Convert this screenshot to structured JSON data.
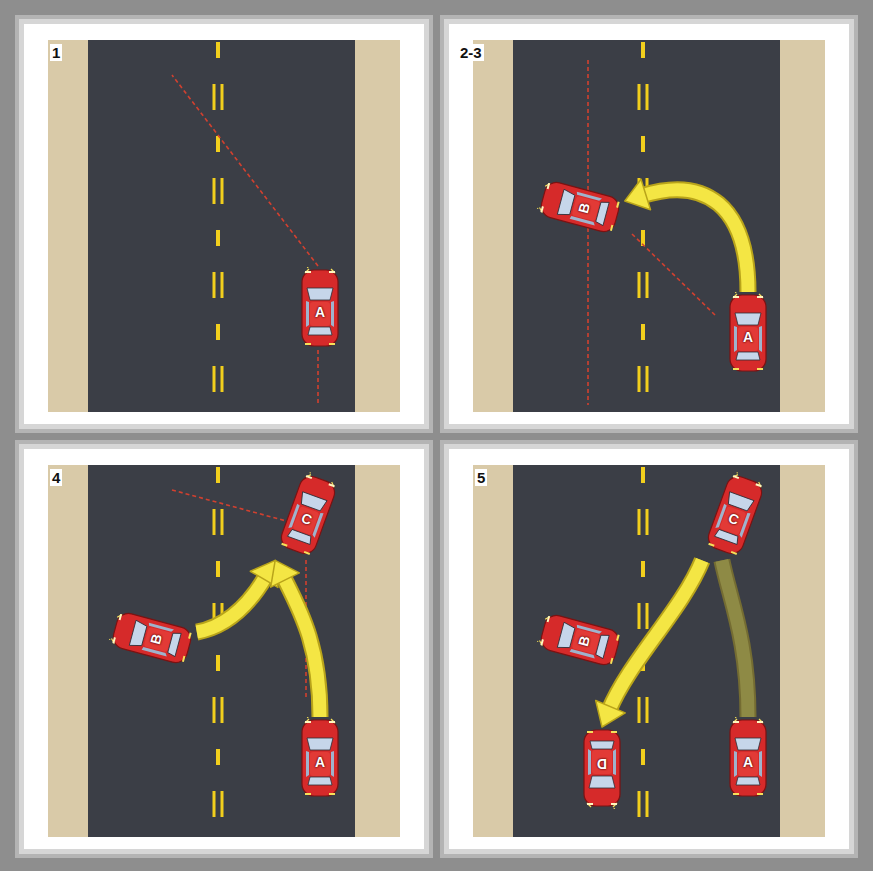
{
  "diagram": {
    "nodes": [
      {
        "text": [
          "A"
        ]
      },
      {
        "text": [
          "B"
        ]
      },
      {
        "text": [
          "A"
        ]
      },
      {
        "text": [
          "C"
        ]
      },
      {
        "text": [
          "B"
        ]
      },
      {
        "text": [
          "A"
        ]
      },
      {
        "text": [
          "C"
        ]
      },
      {
        "text": [
          "B"
        ]
      },
      {
        "text": [
          "D"
        ]
      },
      {
        "text": [
          "A"
        ]
      }
    ],
    "edges": [
      {
        "from": 2,
        "to": 1,
        "arrow": "to"
      },
      {
        "from": 4,
        "to": 3,
        "arrow": "to"
      },
      {
        "from": 5,
        "to": 3,
        "arrow": "to"
      },
      {
        "from": 6,
        "to": 8,
        "arrow": "to"
      },
      {
        "from": 9,
        "to": 6,
        "arrow": "none"
      }
    ],
    "labels": [
      "1",
      "2-3",
      "4",
      "5"
    ]
  }
}
